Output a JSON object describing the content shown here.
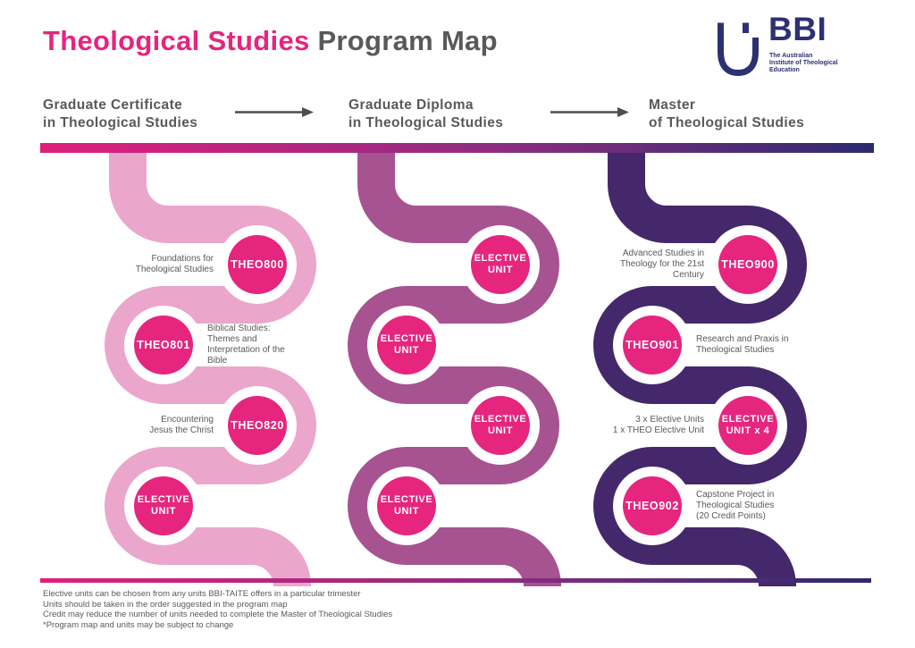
{
  "title": {
    "highlight": "Theological Studies",
    "rest": " Program Map"
  },
  "logo": {
    "name": "BBI",
    "tagline": "The Australian\nInstitute of Theological\nEducation",
    "color": "#2c3173"
  },
  "colors": {
    "accent_pink": "#e6257e",
    "path_certificate": "#eba6cb",
    "path_diploma": "#a75391",
    "path_master": "#45286b",
    "bar_gradient_start": "#df1f7b",
    "bar_gradient_end": "#2d2a6e",
    "text_gray": "#58595b"
  },
  "columns": [
    {
      "heading": "Graduate Certificate\nin Theological Studies",
      "path_color": "#eba6cb",
      "nodes": [
        {
          "code": "THEO800",
          "label": "Foundations for\nTheological Studies",
          "label_side": "left"
        },
        {
          "code": "THEO801",
          "label": "Biblical Studies:\nThemes and\nInterpretation of the\nBible",
          "label_side": "right"
        },
        {
          "code": "THEO820",
          "label": "Encountering\nJesus the Christ",
          "label_side": "left"
        },
        {
          "code": "ELECTIVE\nUNIT"
        }
      ]
    },
    {
      "heading": "Graduate Diploma\nin Theological Studies",
      "path_color": "#a75391",
      "nodes": [
        {
          "code": "ELECTIVE\nUNIT"
        },
        {
          "code": "ELECTIVE\nUNIT"
        },
        {
          "code": "ELECTIVE\nUNIT"
        },
        {
          "code": "ELECTIVE\nUNIT"
        }
      ]
    },
    {
      "heading": "Master\nof Theological Studies",
      "path_color": "#45286b",
      "nodes": [
        {
          "code": "THEO900",
          "label": "Advanced Studies in\nTheology for the 21st\nCentury",
          "label_side": "left"
        },
        {
          "code": "THEO901",
          "label": "Research and Praxis in\nTheological Studies",
          "label_side": "right"
        },
        {
          "code": "ELECTIVE\nUNIT x 4",
          "label": "3 x Elective Units\n1 x THEO Elective Unit",
          "label_side": "left"
        },
        {
          "code": "THEO902",
          "label": "Capstone Project in\nTheological Studies\n(20 Credit Points)",
          "label_side": "right"
        }
      ]
    }
  ],
  "footnotes": [
    "Elective units can be chosen from any units BBI-TAITE offers in a particular trimester",
    "Units should be taken in the order suggested in the program map",
    "Credit may reduce the number of units needed to complete the Master of Theological Studies",
    "*Program map and units may be subject to change"
  ]
}
